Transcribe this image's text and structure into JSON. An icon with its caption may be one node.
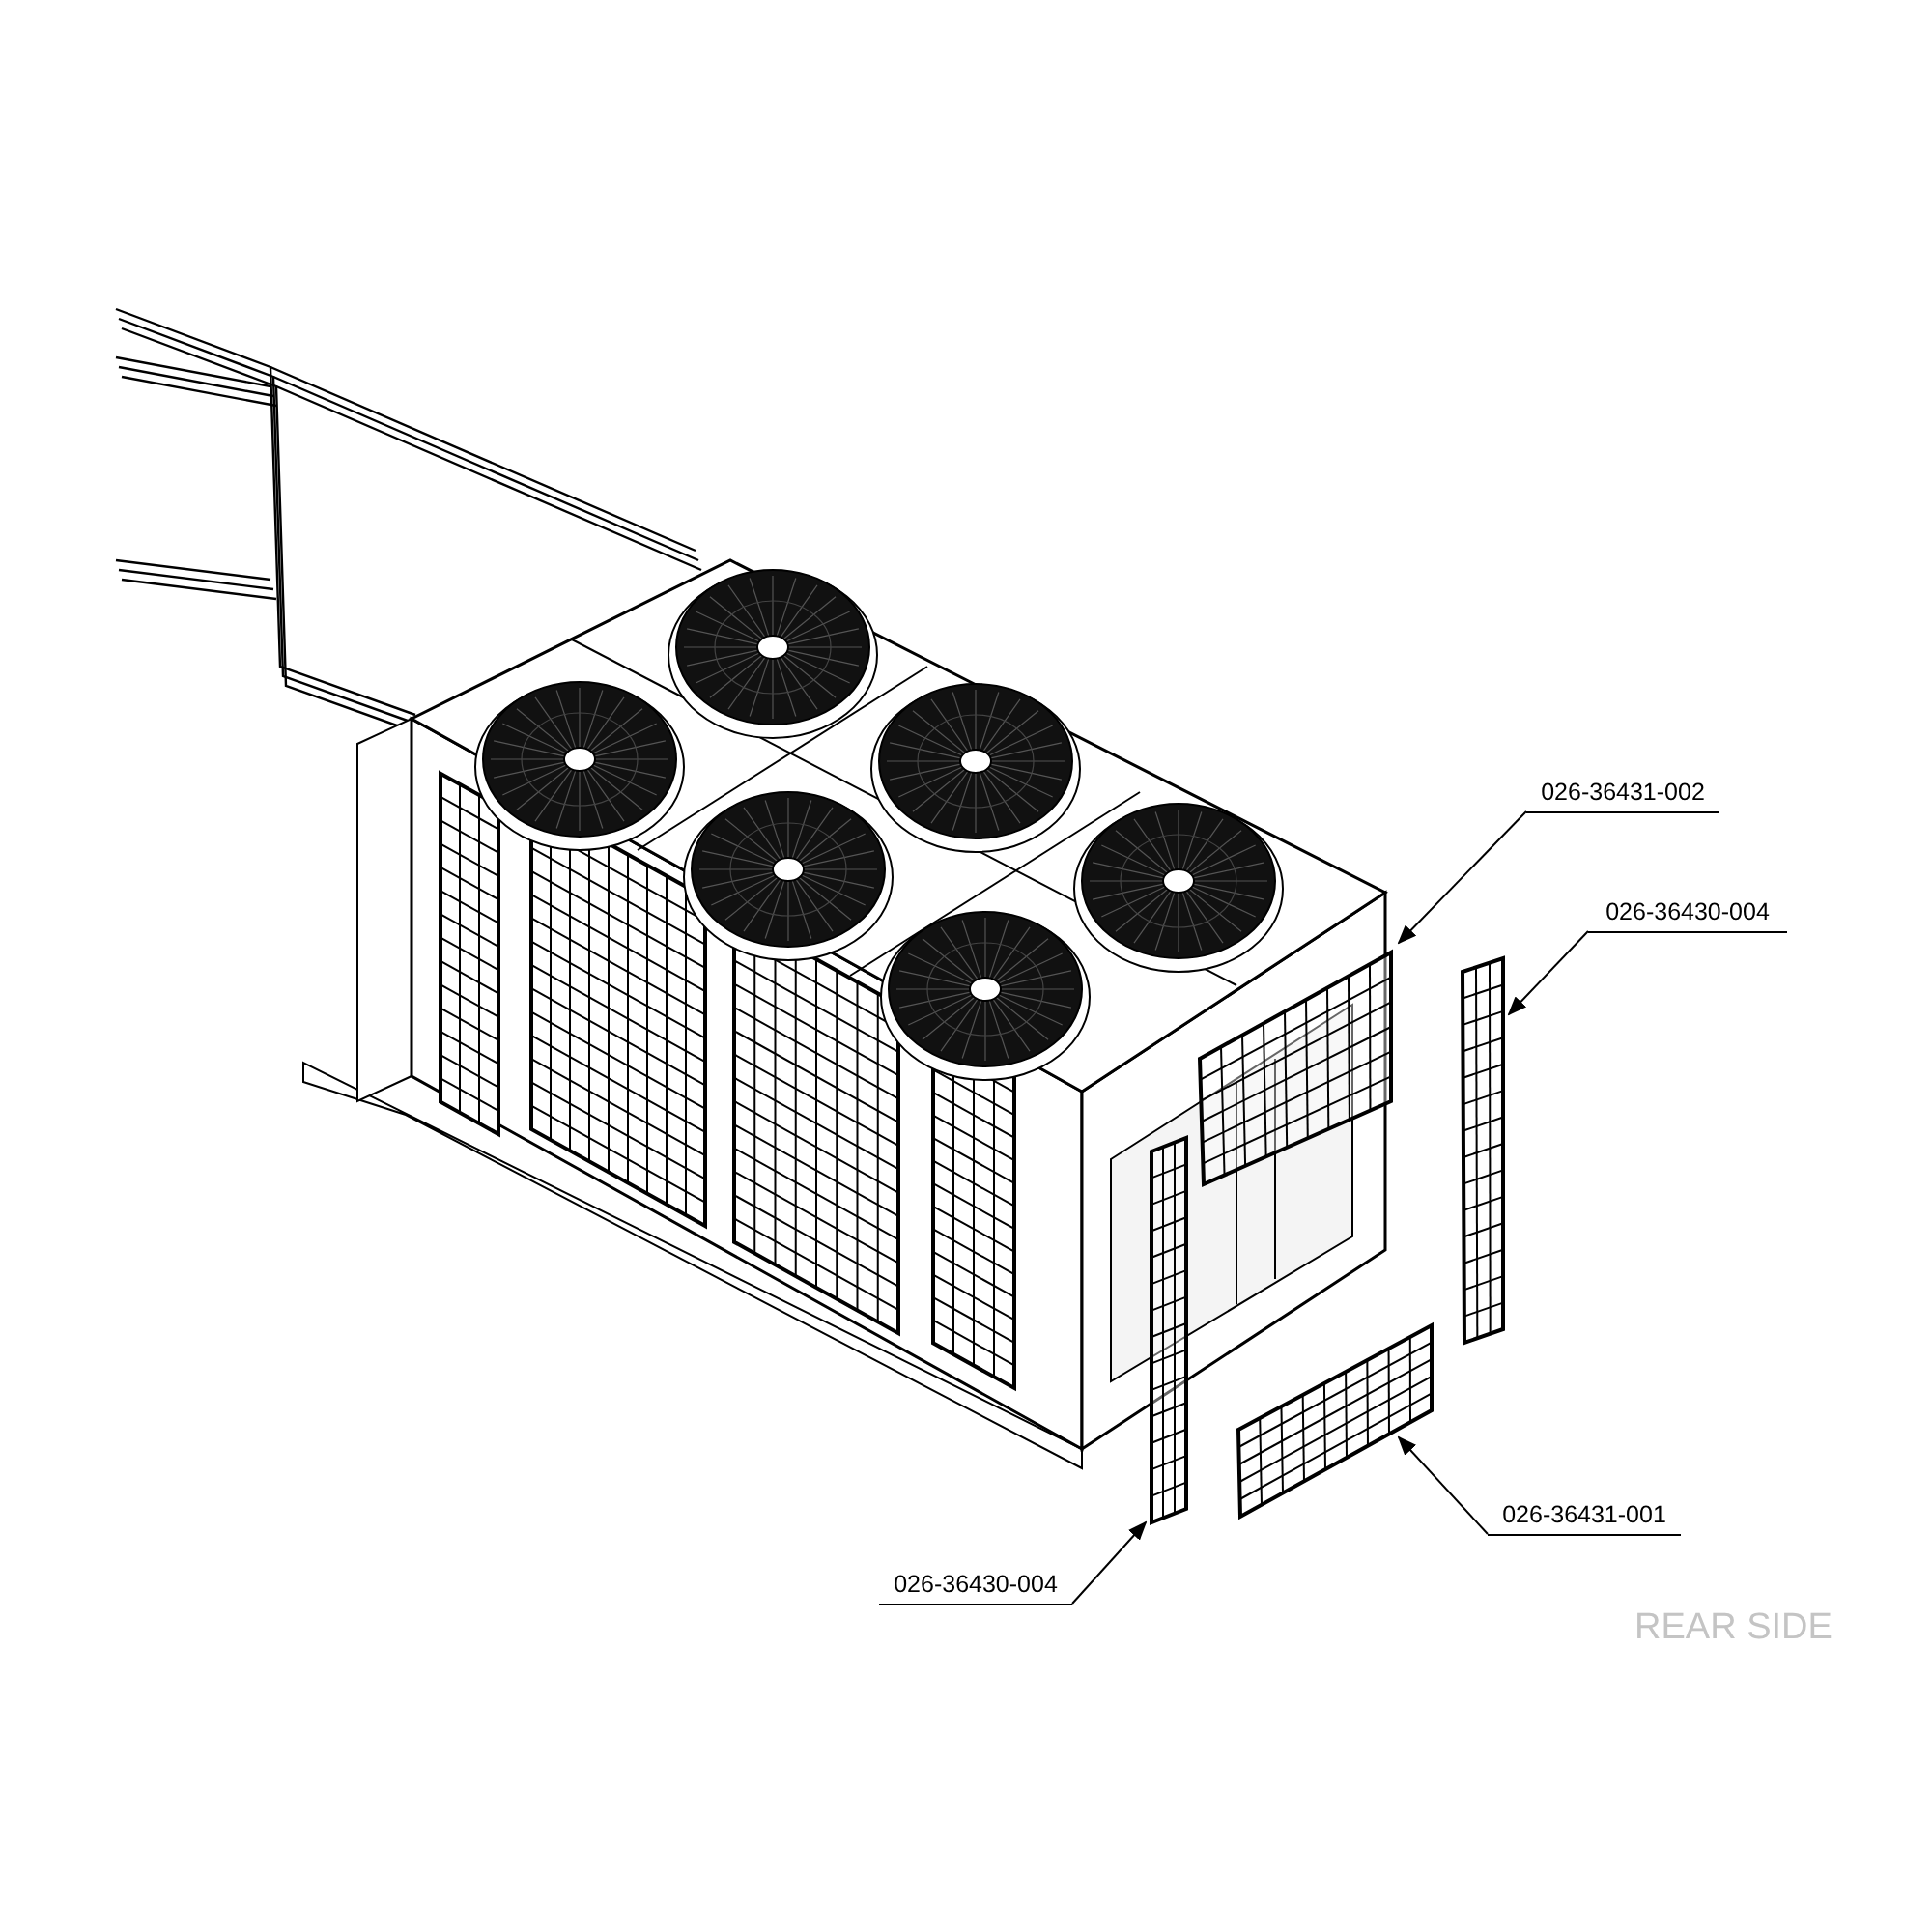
{
  "diagram": {
    "nodes": [
      {
        "text": [
          "026-36431-002"
        ]
      },
      {
        "text": [],
        "shape": "picture"
      },
      {
        "text": [
          "026-36430-004"
        ]
      },
      {
        "text": [],
        "shape": "picture"
      },
      {
        "text": [
          "026-36431-001"
        ]
      },
      {
        "text": [],
        "shape": "picture"
      },
      {
        "text": [
          "026-36430-004"
        ]
      },
      {
        "text": [],
        "shape": "picture"
      }
    ],
    "edges": [
      {
        "from": 0,
        "to": 1,
        "arrow": "to"
      },
      {
        "from": 2,
        "to": 3,
        "arrow": "to"
      },
      {
        "from": 4,
        "to": 5,
        "arrow": "to"
      },
      {
        "from": 6,
        "to": 7,
        "arrow": "to"
      }
    ],
    "labels": [
      "REAR SIDE"
    ]
  }
}
